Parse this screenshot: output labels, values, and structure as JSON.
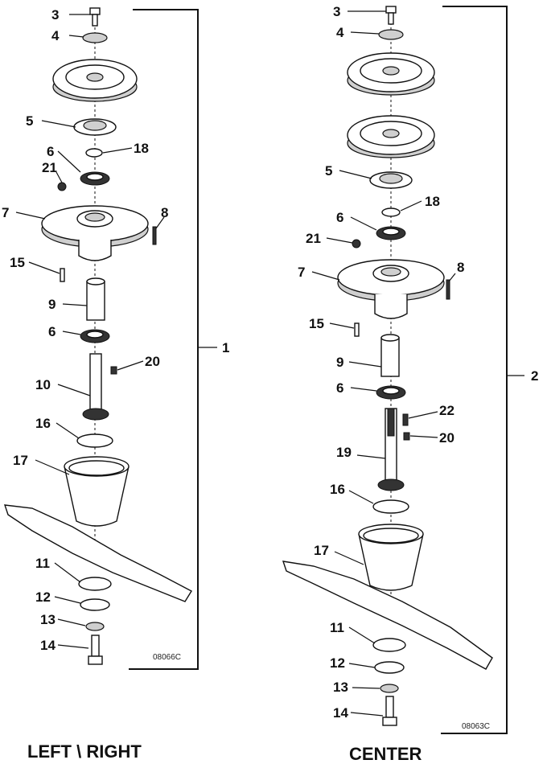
{
  "left_assembly": {
    "caption": "LEFT \\ RIGHT",
    "drawing_code": "08066C",
    "assembly_number": "1",
    "callouts": [
      "3",
      "4",
      "5",
      "18",
      "21",
      "6",
      "7",
      "8",
      "15",
      "9",
      "6",
      "20",
      "10",
      "16",
      "17",
      "11",
      "12",
      "13",
      "14"
    ]
  },
  "center_assembly": {
    "caption": "CENTER",
    "drawing_code": "08063C",
    "assembly_number": "2",
    "callouts": [
      "3",
      "4",
      "5",
      "18",
      "6",
      "21",
      "7",
      "8",
      "15",
      "9",
      "6",
      "22",
      "20",
      "19",
      "16",
      "17",
      "11",
      "12",
      "13",
      "14"
    ]
  }
}
